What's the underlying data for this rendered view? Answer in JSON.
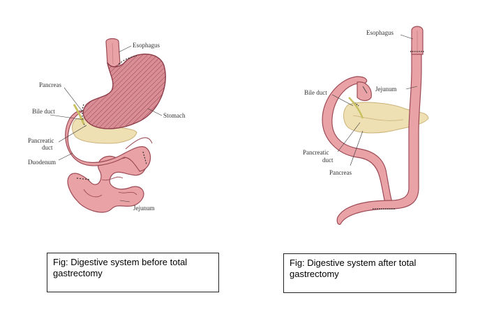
{
  "left_figure": {
    "labels": {
      "esophagus": "Esophagus",
      "pancreas": "Pancreas",
      "bile_duct": "Bile duct",
      "stomach": "Stomach",
      "pancreatic_duct_line1": "Pancreatic",
      "pancreatic_duct_line2": "duct",
      "duodenum": "Duodenum",
      "jejunum": "Jejunum"
    },
    "caption": "Fig: Digestive system before total gastrectomy"
  },
  "right_figure": {
    "labels": {
      "esophagus": "Esophagus",
      "bile_duct": "Bile duct",
      "jejunum": "Jejunum",
      "pancreatic_duct_line1": "Pancreatic",
      "pancreatic_duct_line2": "duct",
      "pancreas": "Pancreas"
    },
    "caption": "Fig: Digestive system after total gastrectomy"
  },
  "colors": {
    "intestine": "#e9a3a7",
    "intestine_outline": "#9c4a55",
    "stomach": "#d8878f",
    "pancreas": "#efe0b4",
    "pancreas_outline": "#cbb27a",
    "bile_duct": "#c9c060"
  }
}
